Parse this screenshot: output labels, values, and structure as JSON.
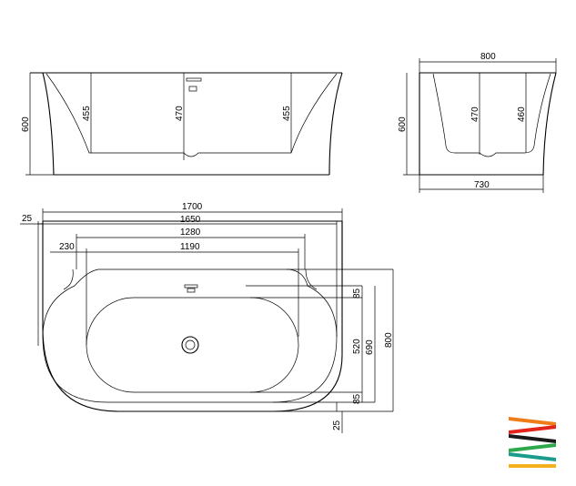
{
  "side_view": {
    "height_label": "600",
    "depth_left_label": "455",
    "depth_center_label": "470",
    "depth_right_label": "455"
  },
  "end_view": {
    "width_label": "800",
    "height_label": "600",
    "depth_left_label": "470",
    "depth_right_label": "460",
    "base_label": "730"
  },
  "top_view": {
    "overall_length": "1700",
    "inner_length": "1650",
    "basin_length": "1280",
    "bottom_length": "1190",
    "offset_left_small": "25",
    "offset_left": "230",
    "rim_top": "85",
    "basin_width": "520",
    "inner_width": "690",
    "overall_width": "800",
    "rim_bottom": "85",
    "offset_bottom": "25"
  },
  "logo": {
    "name": "brand-stripes-logo",
    "colors": [
      "#ee7d1a",
      "#e2241b",
      "#1a1a1a",
      "#2da84a",
      "#1a9c8c",
      "#f3b21b"
    ]
  }
}
